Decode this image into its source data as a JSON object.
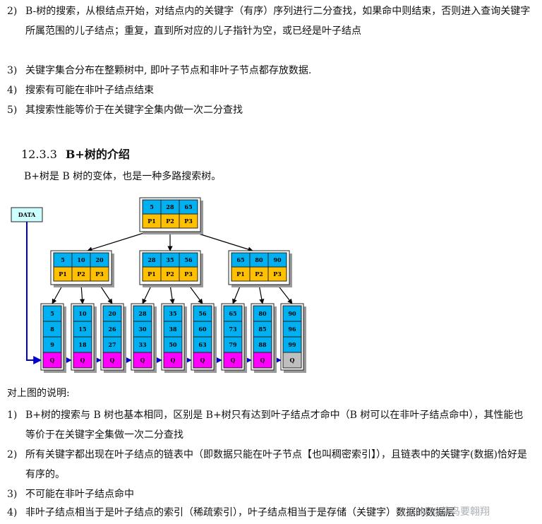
{
  "top_items": [
    {
      "num": "2)",
      "text": "B-树的搜索，从根结点开始，对结点内的关键字（有序）序列进行二分查找，如果命中则结束，否则进入查询关键字所属范围的儿子结点；重复，直到所对应的儿子指针为空，或已经是叶子结点"
    },
    {
      "num": "3)",
      "text": "关键字集合分布在整颗树中, 即叶子节点和非叶子节点都存放数据."
    },
    {
      "num": "4)",
      "text": "搜索有可能在非叶子结点结束"
    },
    {
      "num": "5)",
      "text": "其搜索性能等价于在关键字全集内做一次二分查找"
    }
  ],
  "section": {
    "number": "12.3.3",
    "title": "B+树的介绍"
  },
  "intro": "B+树是 B 树的变体，也是一种多路搜索树。",
  "diagram": {
    "data_label": "DATA",
    "root": {
      "keys": [
        "5",
        "28",
        "65"
      ],
      "ptrs": [
        "P1",
        "P2",
        "P3"
      ]
    },
    "internal": [
      {
        "keys": [
          "5",
          "10",
          "20"
        ],
        "ptrs": [
          "P1",
          "P2",
          "P3"
        ]
      },
      {
        "keys": [
          "28",
          "35",
          "56"
        ],
        "ptrs": [
          "P1",
          "P2",
          "P3"
        ]
      },
      {
        "keys": [
          "65",
          "80",
          "90"
        ],
        "ptrs": [
          "P1",
          "P2",
          "P3"
        ]
      }
    ],
    "leaves": [
      {
        "keys": [
          "5",
          "8",
          "9"
        ],
        "q": "Q"
      },
      {
        "keys": [
          "10",
          "15",
          "18"
        ],
        "q": "Q"
      },
      {
        "keys": [
          "20",
          "26",
          "27"
        ],
        "q": "Q"
      },
      {
        "keys": [
          "28",
          "30",
          "33"
        ],
        "q": "Q"
      },
      {
        "keys": [
          "35",
          "38",
          "50"
        ],
        "q": "Q"
      },
      {
        "keys": [
          "56",
          "60",
          "63"
        ],
        "q": "Q"
      },
      {
        "keys": [
          "65",
          "73",
          "79"
        ],
        "q": "Q"
      },
      {
        "keys": [
          "80",
          "85",
          "88"
        ],
        "q": "Q"
      },
      {
        "keys": [
          "90",
          "96",
          "99"
        ],
        "q": "Q"
      }
    ],
    "colors": {
      "key": "#00B0F0",
      "ptr": "#FFC000",
      "q": "#FF00FF",
      "q_last": "#BFBFBF",
      "data_box": "#CCFFFF",
      "link": "#0000CC"
    }
  },
  "caption": "对上图的说明:",
  "bottom_items": [
    {
      "num": "1)",
      "text": "B+树的搜索与 B 树也基本相同，区别是 B+树只有达到叶子结点才命中（B 树可以在非叶子结点命中），其性能也等价于在关键字全集做一次二分查找"
    },
    {
      "num": "2)",
      "text": "所有关键字都出现在叶子结点的链表中（即数据只能在叶子节点【也叫稠密索引】），且链表中的关键字(数据)恰好是有序的。"
    },
    {
      "num": "3)",
      "text": "不可能在非叶子结点命中"
    },
    {
      "num": "4)",
      "text": "非叶子结点相当于是叶子结点的索引（稀疏索引），叶子结点相当于是存储（关键字）数据的数据层"
    }
  ],
  "watermark": "CSDN @菜鸟要翱翔"
}
